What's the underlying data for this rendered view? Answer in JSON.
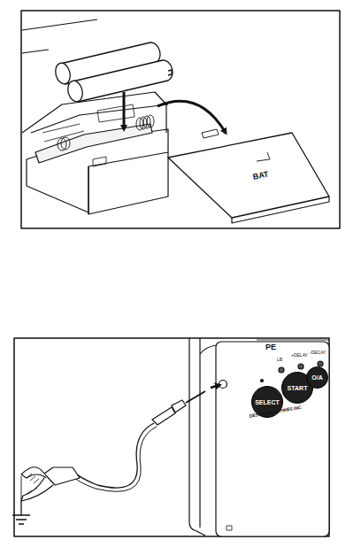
{
  "diagram": {
    "nodes": [
      {
        "text": [
          "SELECT"
        ]
      },
      {
        "text": [
          "START"
        ]
      },
      {
        "text": [
          "O/A"
        ]
      }
    ],
    "labels": [
      "BAT",
      "PE",
      "LB",
      "+DELAY",
      "-DECAY",
      "DESCO INDUSTRIES INC"
    ]
  }
}
